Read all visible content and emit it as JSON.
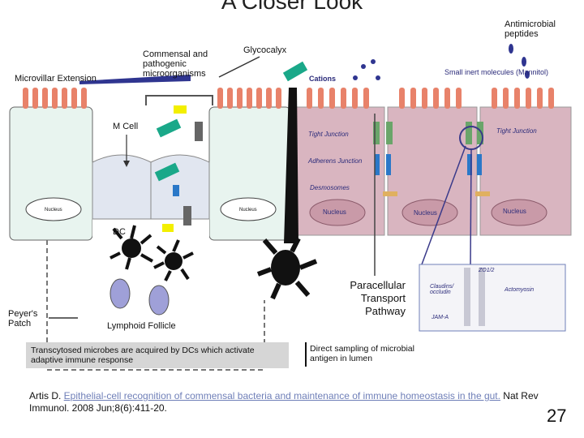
{
  "title": "A Closer Look",
  "labels": {
    "microvillar": "Microvillar Extension",
    "commensal": "Commensal and pathogenic microorganisms",
    "glycocalyx": "Glycocalyx",
    "antimicrobial": "Antimicrobial peptides",
    "cations": "Cations",
    "small_inert": "Small inert molecules (Mannitol)",
    "mcell": "M Cell",
    "nucleus_small_left": "Nucleus",
    "nucleus_small_right": "Nucleus",
    "tight_junction_1": "Tight Junction",
    "tight_junction_2": "Tight Junction",
    "adherens_junction": "Adherens Junction",
    "desmosomes": "Desmosomes",
    "nucleus_1": "Nucleus",
    "nucleus_2": "Nucleus",
    "nucleus_3": "Nucleus",
    "dc": "DC",
    "peyers_patch": "Peyer's Patch",
    "lymphoid_follicle": "Lymphoid Follicle",
    "paracellular": "Paracellular Transport Pathway",
    "zo12": "ZO1/2",
    "claudins": "Claudins/ occludin",
    "actomyosin": "Actomyosin",
    "jama": "JAM-A"
  },
  "boxes": {
    "transcytosed": "Transcytosed microbes are acquired by DCs which activate adaptive immune response",
    "direct_sampling": "Direct sampling of microbial antigen in lumen"
  },
  "citation": {
    "author": "Artis D. ",
    "article": "Epithelial-cell recognition of commensal bacteria and maintenance of immune homeostasis in the gut.",
    "journal": " Nat Rev Immunol. 2008 Jun;8(6):411-20."
  },
  "page_number": "27",
  "colors": {
    "microvilli": "#e8826a",
    "cell_fill": "#e8f4ef",
    "cell_right": "#d9b5c0",
    "bacteria_green": "#1aa889",
    "bacteria_yellow": "#f3ef00",
    "bacteria_gray": "#666666",
    "dc_black": "#111111",
    "follicle_purple": "#9fa0d8",
    "tight_junction_green": "#6aa56a",
    "adherens_blue": "#2a78c8",
    "desmosome_tan": "#e0b060"
  }
}
